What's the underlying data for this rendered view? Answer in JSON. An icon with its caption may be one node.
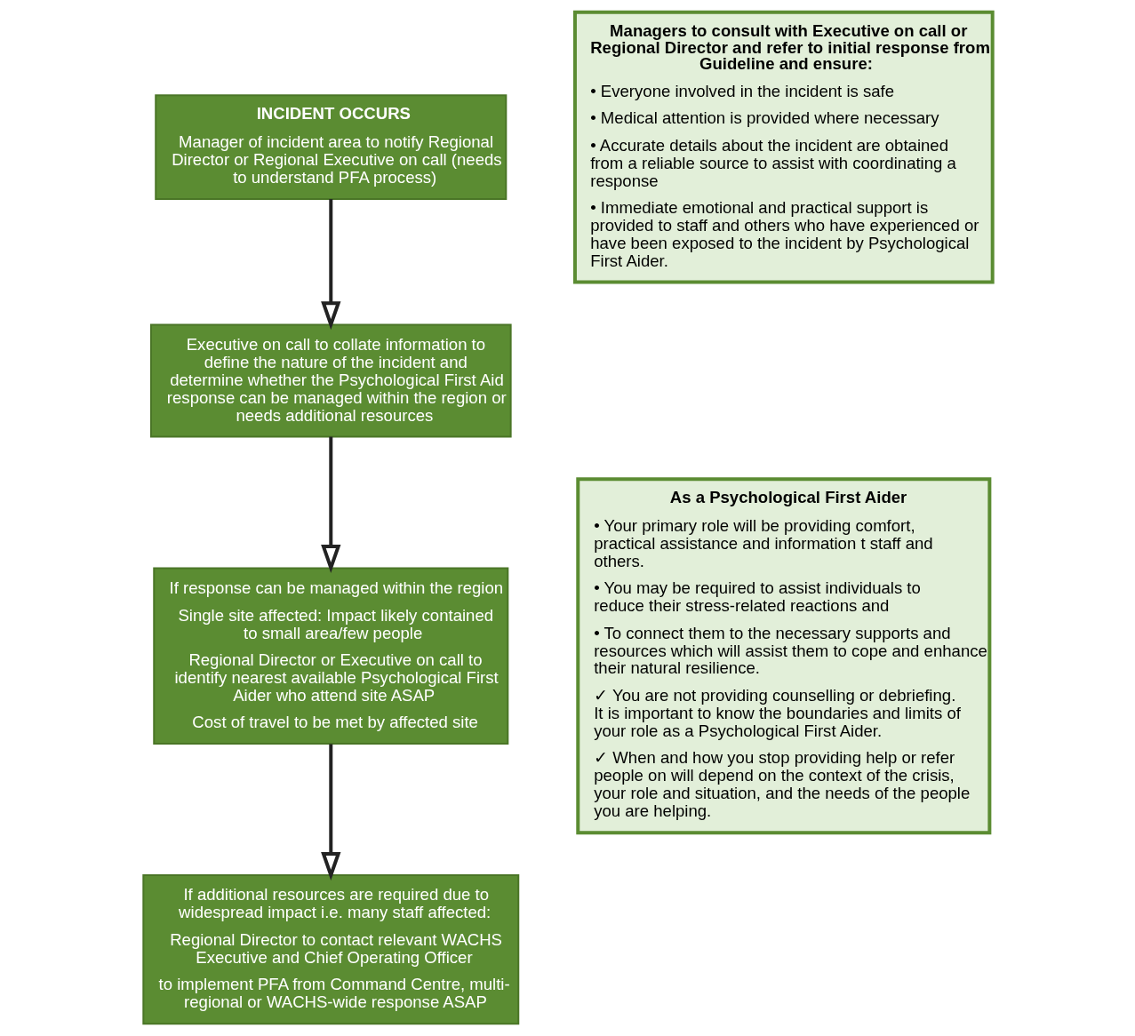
{
  "diagram": {
    "nodes": [
      {
        "text": [
          "INCIDENT OCCURS",
          "Manager of incident area to notify Regional Director or Regional Executive on call (needs to understand PFA process)"
        ]
      },
      {
        "text": [
          "Executive on call to collate information to define the nature of the incident and determine whether the Psychological First Aid response can be managed within the region or needs additional resources"
        ]
      },
      {
        "text": [
          "If response can be managed within the region",
          "Single site affected: Impact likely contained to small area/few people",
          "Regional Director or Executive on call to identify nearest available Psychological First Aider who attend site ASAP",
          "Cost of travel to be met by affected site"
        ]
      },
      {
        "text": [
          "If additional resources are required due to widespread impact i.e. many staff affected:",
          "Regional Director to contact relevant WACHS Executive and Chief Operating Officer",
          "to implement PFA from Command Centre, multi-regional or WACHS-wide response ASAP"
        ]
      },
      {
        "text": [
          "Managers to consult with Executive on call or Regional Director and refer to initial response from Guideline and ensure:",
          "• Everyone involved in the incident is safe",
          "• Medical attention is provided where necessary",
          "• Accurate details about the incident are obtained from a reliable source to assist with coordinating a response",
          "• Immediate emotional and practical support is provided to staff and others who have experienced or have been exposed to the incident by Psychological First Aider."
        ]
      },
      {
        "text": [
          "As a Psychological First Aider",
          "• Your primary role will be providing comfort, practical assistance and information t staff and others.",
          "• You may be required to assist individuals to reduce their stress-related reactions and",
          "• To connect them to the necessary supports and resources which will assist them to cope and enhance their natural resilience.",
          "✓ You are not providing counselling or debriefing. It is important to know the boundaries and limits of your role as a Psychological First Aider.",
          "✓ When and how you stop providing help or refer people on will depend on the context of the crisis, your role and situation, and the needs of the people you are helping."
        ]
      }
    ],
    "edges": [
      {
        "from": 0,
        "to": 1,
        "arrow": "to"
      },
      {
        "from": 1,
        "to": 2,
        "arrow": "to"
      },
      {
        "from": 2,
        "to": 3,
        "arrow": "to"
      }
    ]
  }
}
